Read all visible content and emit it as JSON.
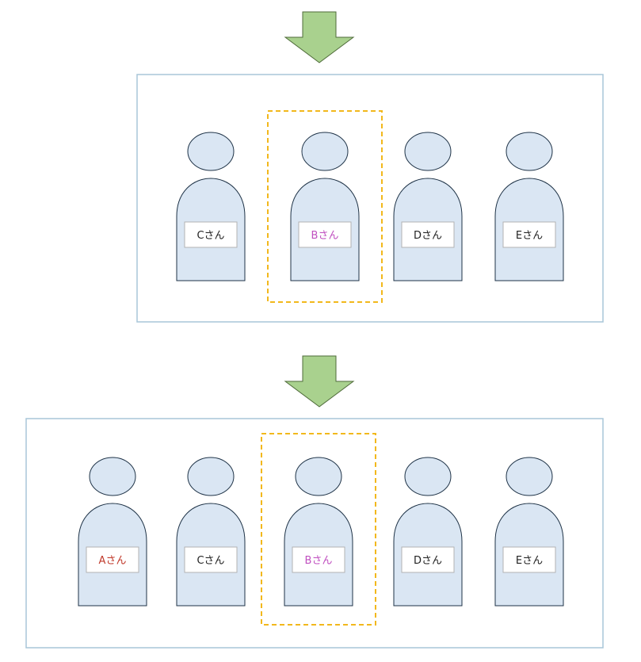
{
  "colors": {
    "arrow_fill": "#a9d18e",
    "arrow_stroke": "#4f6b3a",
    "frame_stroke": "#a8c6d8",
    "figure_fill": "#dae6f3",
    "figure_stroke": "#1f3347",
    "highlight_stroke": "#f2b81c",
    "label_stroke": "#b3b3b3",
    "name_default": "#222222",
    "name_b": "#c050c0",
    "name_a": "#c0392b"
  },
  "arrows": [
    {
      "icon": "down-arrow-icon"
    },
    {
      "icon": "down-arrow-icon"
    }
  ],
  "panels": [
    {
      "people": [
        {
          "name": "Cさん",
          "color_key": "name_default",
          "highlighted": false
        },
        {
          "name": "Bさん",
          "color_key": "name_b",
          "highlighted": true
        },
        {
          "name": "Dさん",
          "color_key": "name_default",
          "highlighted": false
        },
        {
          "name": "Eさん",
          "color_key": "name_default",
          "highlighted": false
        }
      ]
    },
    {
      "people": [
        {
          "name": "Aさん",
          "color_key": "name_a",
          "highlighted": false
        },
        {
          "name": "Cさん",
          "color_key": "name_default",
          "highlighted": false
        },
        {
          "name": "Bさん",
          "color_key": "name_b",
          "highlighted": true
        },
        {
          "name": "Dさん",
          "color_key": "name_default",
          "highlighted": false
        },
        {
          "name": "Eさん",
          "color_key": "name_default",
          "highlighted": false
        }
      ]
    }
  ]
}
